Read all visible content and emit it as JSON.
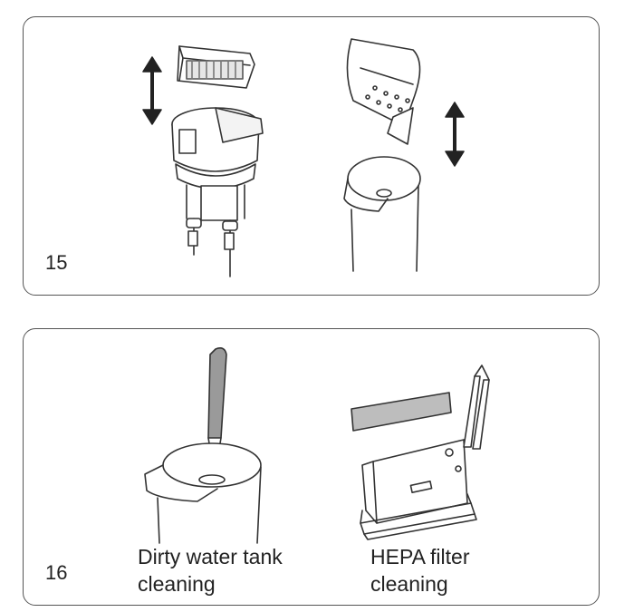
{
  "steps": [
    {
      "number": "15"
    },
    {
      "number": "16",
      "captions": [
        {
          "line1": "Dirty water tank",
          "line2": "cleaning"
        },
        {
          "line1": "HEPA filter",
          "line2": "cleaning"
        }
      ]
    }
  ],
  "icons": [
    "up-down-arrow-icon"
  ],
  "colors": {
    "stroke": "#333333",
    "filter_gray": "#bdbdbd",
    "handle_gray": "#9a9a9a"
  }
}
